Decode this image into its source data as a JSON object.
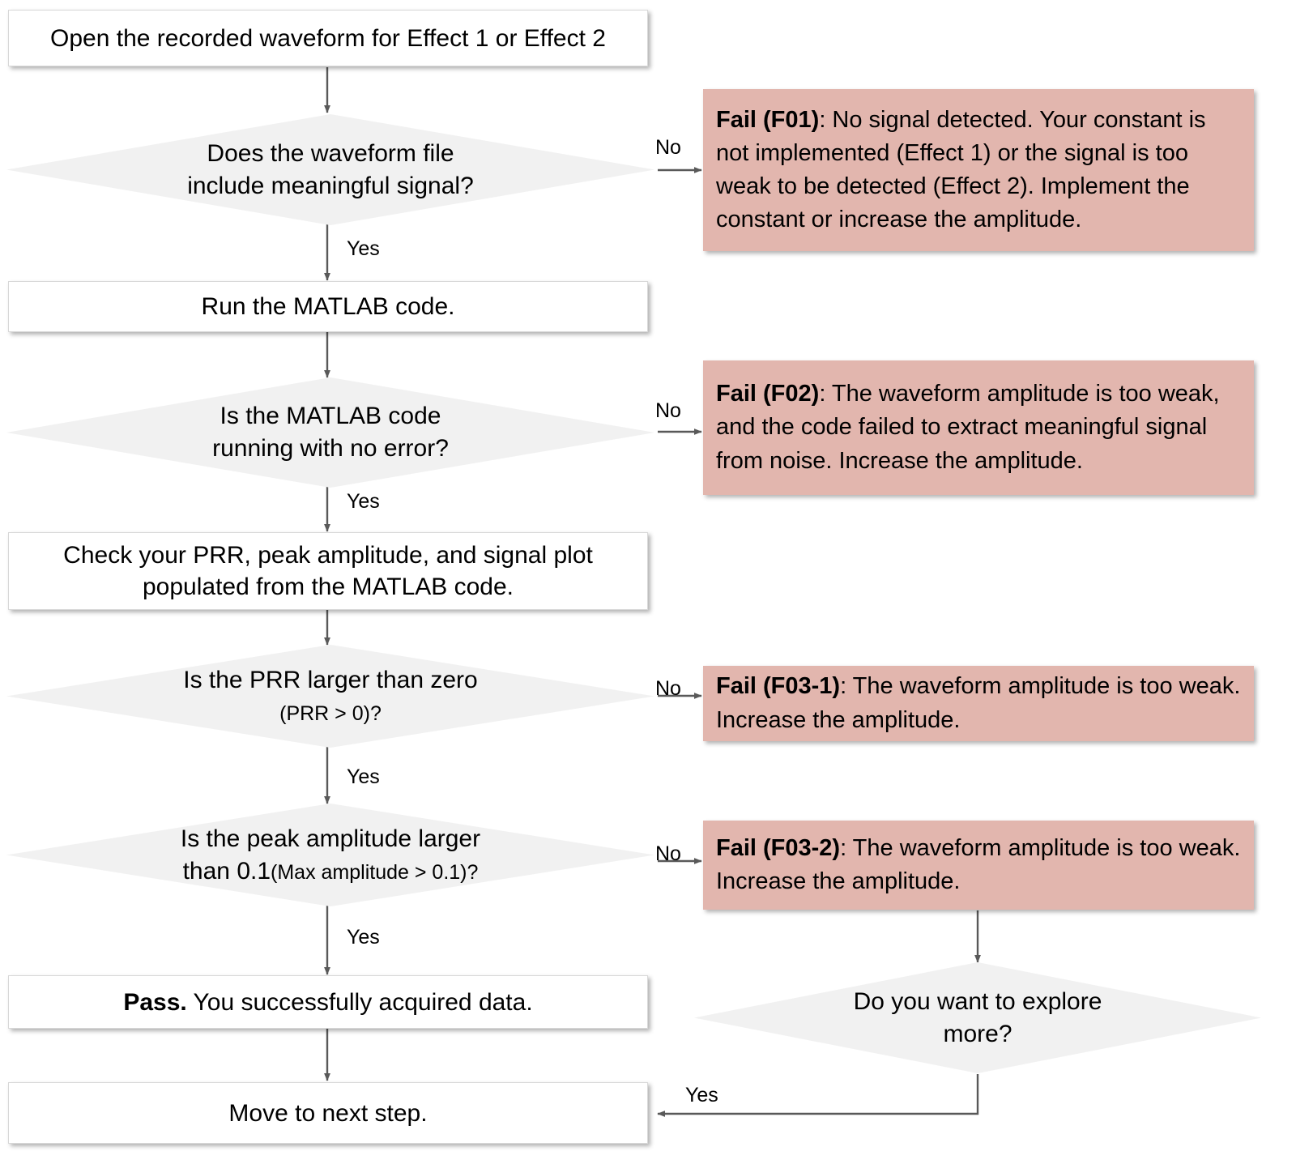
{
  "diagram": {
    "title": "Waveform acquisition troubleshooting flowchart",
    "colors": {
      "process_fill": "#ffffff",
      "decision_fill": "#f1f1f1",
      "fail_fill": "#e2b6ae",
      "edge_stroke": "#595959",
      "text": "#000000",
      "background": "#ffffff"
    }
  },
  "nodes": {
    "start": {
      "type": "process",
      "text": "Open the recorded waveform for Effect 1 or Effect 2"
    },
    "d1": {
      "type": "decision",
      "line1": "Does the waveform file",
      "line2": "include meaningful signal?"
    },
    "run_matlab": {
      "type": "process",
      "text": "Run the MATLAB code."
    },
    "d2": {
      "type": "decision",
      "line1": "Is the MATLAB code",
      "line2": "running with no error?"
    },
    "check": {
      "type": "process",
      "line1": "Check your PRR, peak amplitude, and signal plot",
      "line2": "populated from the MATLAB code."
    },
    "d3": {
      "type": "decision",
      "line1": "Is the PRR  larger than zero",
      "line2": "(PRR > 0)?"
    },
    "d4": {
      "type": "decision",
      "line1": "Is the peak amplitude larger",
      "line2_main": "than 0.1",
      "line2_small": "(Max amplitude > 0.1)?"
    },
    "pass": {
      "type": "process",
      "bold": "Pass.",
      "rest": " You successfully acquired data."
    },
    "next_step": {
      "type": "process",
      "text": "Move to next step."
    },
    "d5": {
      "type": "decision",
      "line1": "Do you want to explore",
      "line2": "more?"
    },
    "f01": {
      "type": "fail",
      "label": "Fail (F01)",
      "body": ": No signal detected. Your constant is not implemented (Effect 1) or the signal is too weak to be detected (Effect 2). Implement the constant or increase the amplitude."
    },
    "f02": {
      "type": "fail",
      "label": "Fail (F02)",
      "body": ": The waveform amplitude is too weak, and the code failed to extract meaningful signal from noise. Increase the amplitude."
    },
    "f03_1": {
      "type": "fail",
      "label": "Fail (F03-1)",
      "body": ": The waveform amplitude is too weak. Increase the amplitude."
    },
    "f03_2": {
      "type": "fail",
      "label": "Fail (F03-2)",
      "body": ": The waveform amplitude is too weak. Increase the amplitude."
    }
  },
  "edge_labels": {
    "d1_no": "No",
    "d1_yes": "Yes",
    "d2_no": "No",
    "d2_yes": "Yes",
    "d3_no": "No",
    "d3_yes": "Yes",
    "d4_no": "No",
    "d4_yes": "Yes",
    "d5_yes": "Yes"
  }
}
